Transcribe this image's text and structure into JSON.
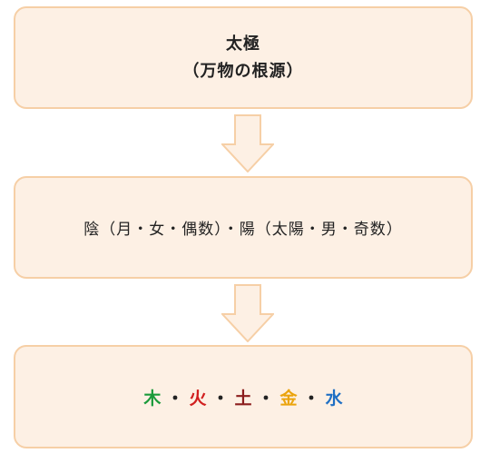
{
  "box1": {
    "line1": "太極",
    "line2": "（万物の根源）"
  },
  "box2": {
    "text": "陰（月・女・偶数）・陽（太陽・男・奇数）"
  },
  "box3": {
    "elements": [
      {
        "label": "木",
        "color": "#1a9a3a"
      },
      {
        "label": "火",
        "color": "#d11f1f"
      },
      {
        "label": "土",
        "color": "#8b1c1c"
      },
      {
        "label": "金",
        "color": "#eba40d"
      },
      {
        "label": "水",
        "color": "#1f6fc4"
      }
    ],
    "separator": "・"
  },
  "colors": {
    "box_fill": "#fdf0e4",
    "box_border": "#f6cfa6",
    "arrow_fill": "#fdf0e4",
    "arrow_stroke": "#f6cfa6"
  }
}
